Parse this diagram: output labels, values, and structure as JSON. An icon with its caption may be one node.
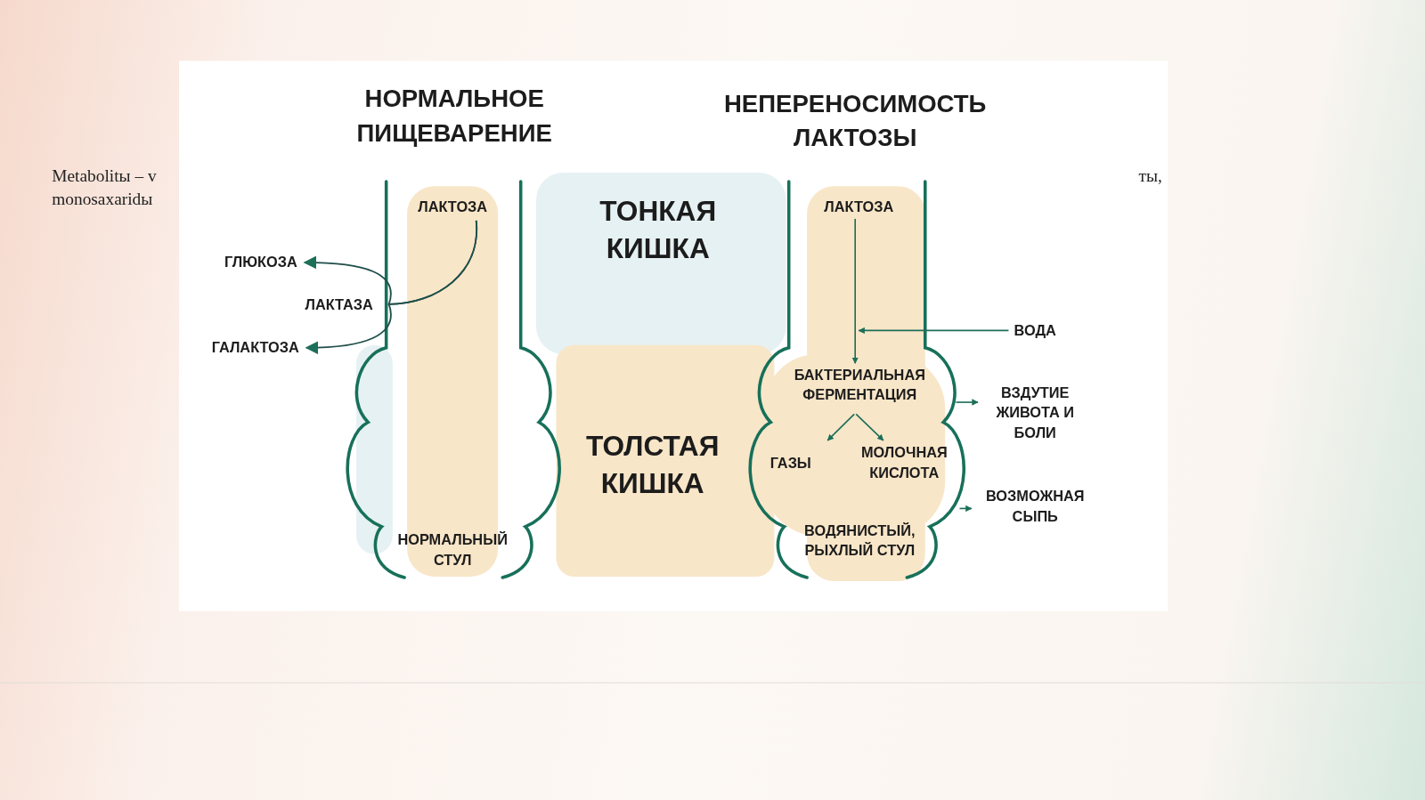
{
  "diagram": {
    "nodes": [
      {
        "text": [
          "ЛАКТОЗА"
        ]
      },
      {
        "text": [
          "ЛАКТОЗА"
        ]
      },
      {
        "text": [
          "ГЛЮКОЗА"
        ]
      },
      {
        "text": [
          "ВОДА"
        ]
      },
      {
        "text": [
          "ГАЛАКТОЗА"
        ]
      },
      {
        "text": [
          "БАКТЕРИАЛЬНАЯ ФЕРМЕНТАЦИЯ"
        ]
      },
      {
        "text": [
          "ВЗДУТИЕ ЖИВОТА И БОЛИ"
        ]
      },
      {
        "text": [
          "ГАЗЫ"
        ]
      },
      {
        "text": [
          "МОЛОЧНАЯ КИСЛОТА"
        ]
      },
      {
        "text": [
          "ВОЗМОЖНАЯ СЫПЬ"
        ]
      }
    ],
    "edges": [
      {
        "from": 0,
        "to": 2,
        "arrow": "to"
      },
      {
        "from": 0,
        "to": 4,
        "arrow": "to"
      },
      {
        "from": 1,
        "to": 5,
        "arrow": "to"
      },
      {
        "from": 3,
        "to": 5,
        "arrow": "to"
      },
      {
        "from": 5,
        "to": 7,
        "arrow": "to"
      },
      {
        "from": 5,
        "to": 8,
        "arrow": "to"
      },
      {
        "from": null,
        "to": 6,
        "arrow": "to"
      },
      {
        "from": null,
        "to": 9,
        "arrow": "to"
      }
    ],
    "labels": [
      "НОРМАЛЬНОЕ ПИЩЕВАРЕНИЕ",
      "НЕПЕРЕНОСИМОСТЬ ЛАКТОЗЫ",
      "Metabolitы – v",
      "ты,",
      "monosaxaridы",
      "ТОНКАЯ КИШКА",
      "ЛАКТАЗА",
      "ТОЛСТАЯ КИШКА",
      "НОРМАЛЬНЫЙ СТУЛ",
      "ВОДЯНИСТЫЙ, РЫХЛЫЙ СТУЛ"
    ]
  }
}
